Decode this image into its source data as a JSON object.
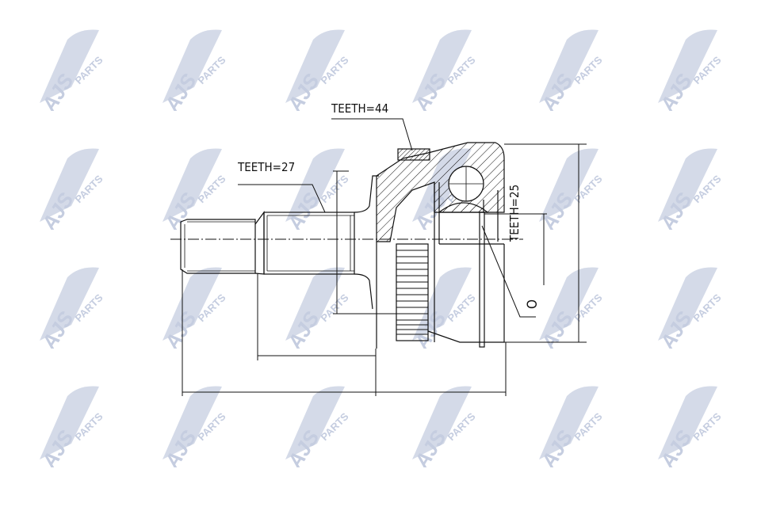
{
  "diagram": {
    "type": "technical drawing - CV joint (outer)",
    "labels": {
      "teeth_outer": "TEETH=44",
      "teeth_shaft": "TEETH=27",
      "teeth_inner": "TEETH=25",
      "o_ring": "O"
    },
    "watermark": {
      "text_main": "AJS",
      "text_sub": "PARTS",
      "color": "#c5cde0",
      "rows": [
        70,
        220,
        370,
        520
      ],
      "cols": [
        80,
        235,
        390,
        550,
        710,
        860
      ]
    },
    "colors": {
      "line": "#111111",
      "background": "#ffffff"
    }
  }
}
